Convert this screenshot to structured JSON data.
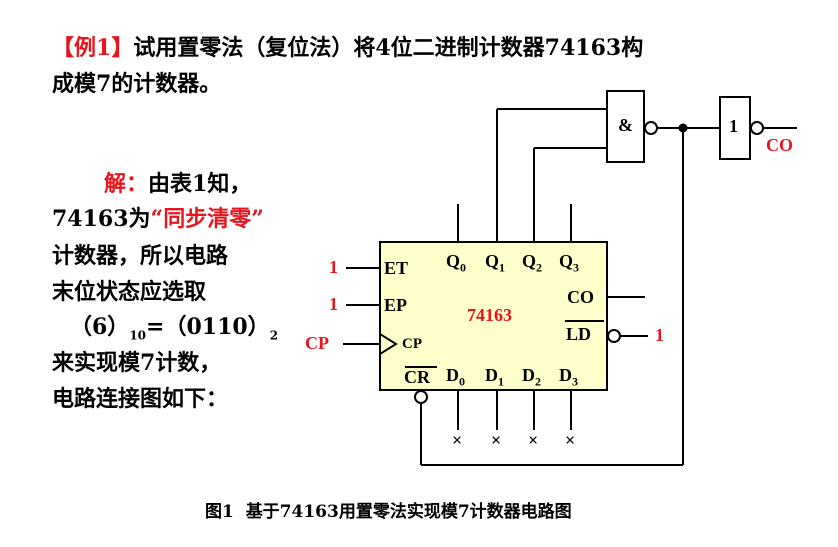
{
  "title": {
    "bracket_open": "【",
    "example": "例1",
    "bracket_close": "】",
    "line1_rest": "试用置零法（复位法）将4位二进制计数器74163构",
    "line2": "成模7的计数器。"
  },
  "solution": {
    "label": "解：",
    "line1_rest": "由表1知，",
    "line2_prefix": "74163为",
    "line2_highlight": "“同步清零”",
    "line3": "计数器，所以电路",
    "line4": "末位状态应选取",
    "line5_a": "（6）",
    "line5_sub1": "10",
    "line5_b": "=（0110）",
    "line5_sub2": "2",
    "line6": "来实现模7计数，",
    "line7": "电路连接图如下："
  },
  "circuit": {
    "chip_name": "74163",
    "chip_fill": "#ffffcc",
    "pins": {
      "et": "ET",
      "ep": "EP",
      "cp": "CP",
      "cr": "CR",
      "co": "CO",
      "ld": "LD",
      "q0": "Q",
      "q1": "Q",
      "q2": "Q",
      "q3": "Q",
      "d0": "D",
      "d1": "D",
      "d2": "D",
      "d3": "D",
      "sub0": "0",
      "sub1": "1",
      "sub2": "2",
      "sub3": "3"
    },
    "inputs": {
      "et_value": "1",
      "ep_value": "1",
      "cp_signal": "CP",
      "ld_value": "1"
    },
    "gate_and": "&",
    "gate_not": "1",
    "output_co": "CO",
    "unconnected_mark": "×"
  },
  "caption": {
    "figure": "图1",
    "text": "基于74163用置零法实现模7计数器电路图"
  }
}
